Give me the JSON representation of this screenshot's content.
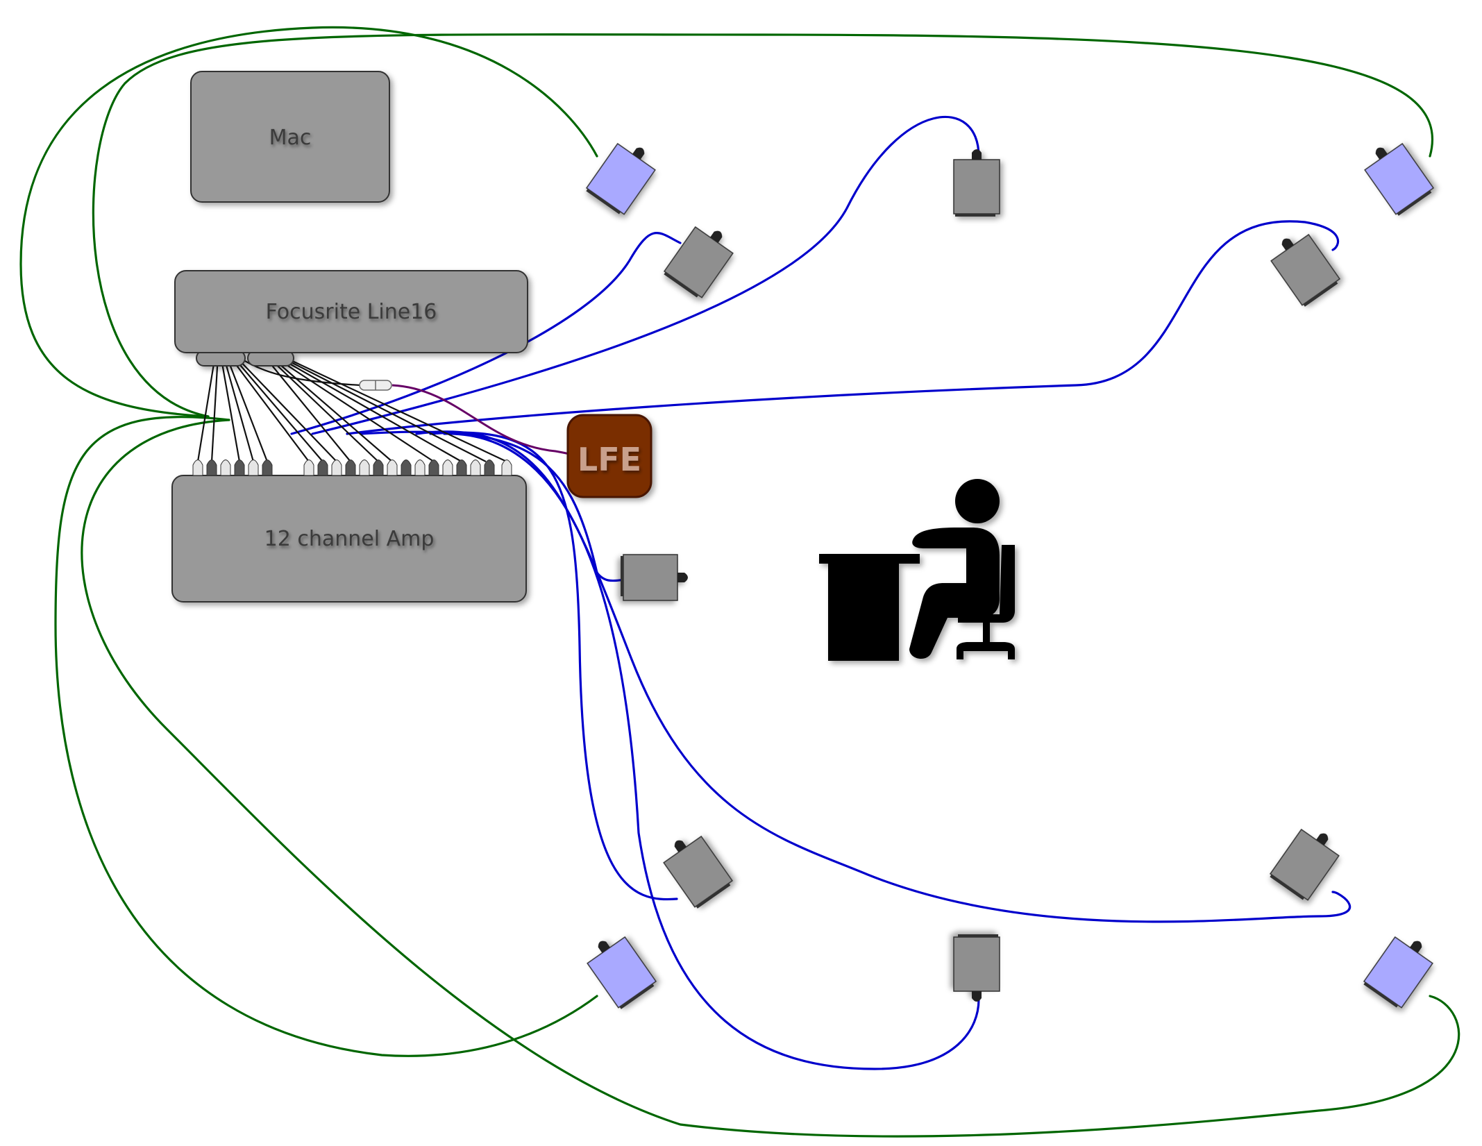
{
  "devices": {
    "mac": {
      "label": "Mac"
    },
    "interface": {
      "label": "Focusrite Line16"
    },
    "amp": {
      "label": "12 channel Amp"
    },
    "lfe": {
      "label": "LFE"
    }
  },
  "colors": {
    "device_fill": "#999999",
    "device_stroke": "#333333",
    "lfe_fill": "#7a2e00",
    "lfe_stroke": "#4a1800",
    "lfe_text": "#c9a08c",
    "height_speaker_fill": "#a9a9ff",
    "speaker_fill": "#8f8f8f",
    "cable_green": "#006600",
    "cable_blue": "#0000cc",
    "cable_black": "#111111",
    "cable_purple": "#660066",
    "listener": "#000000"
  },
  "icons": {
    "listener": "person-at-desk-icon",
    "speaker": "speaker-icon",
    "connector": "xlr-connector-icon"
  }
}
